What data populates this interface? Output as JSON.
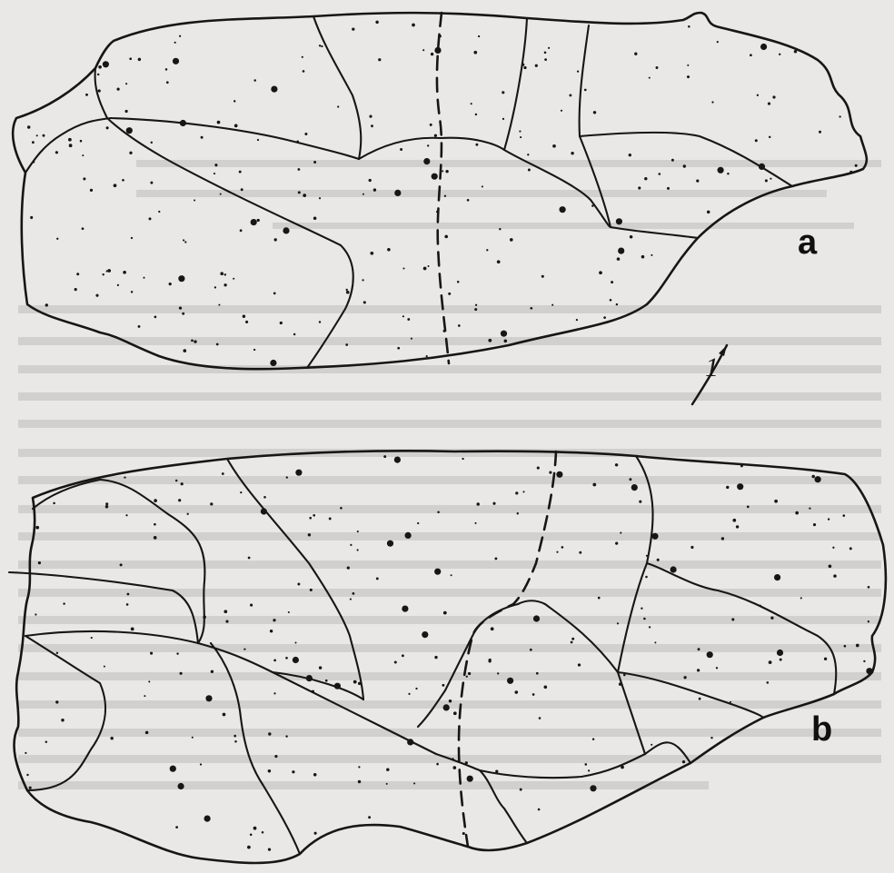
{
  "figure": {
    "panels": [
      {
        "id": "a",
        "label": "a"
      },
      {
        "id": "b",
        "label": "b"
      }
    ],
    "scale_mark": "1"
  },
  "colors": {
    "paper": "#e9e8e6",
    "ink": "#161616",
    "show_through": "#7d7c79"
  },
  "icons": {
    "scale_arrow": "arrow-icon"
  }
}
